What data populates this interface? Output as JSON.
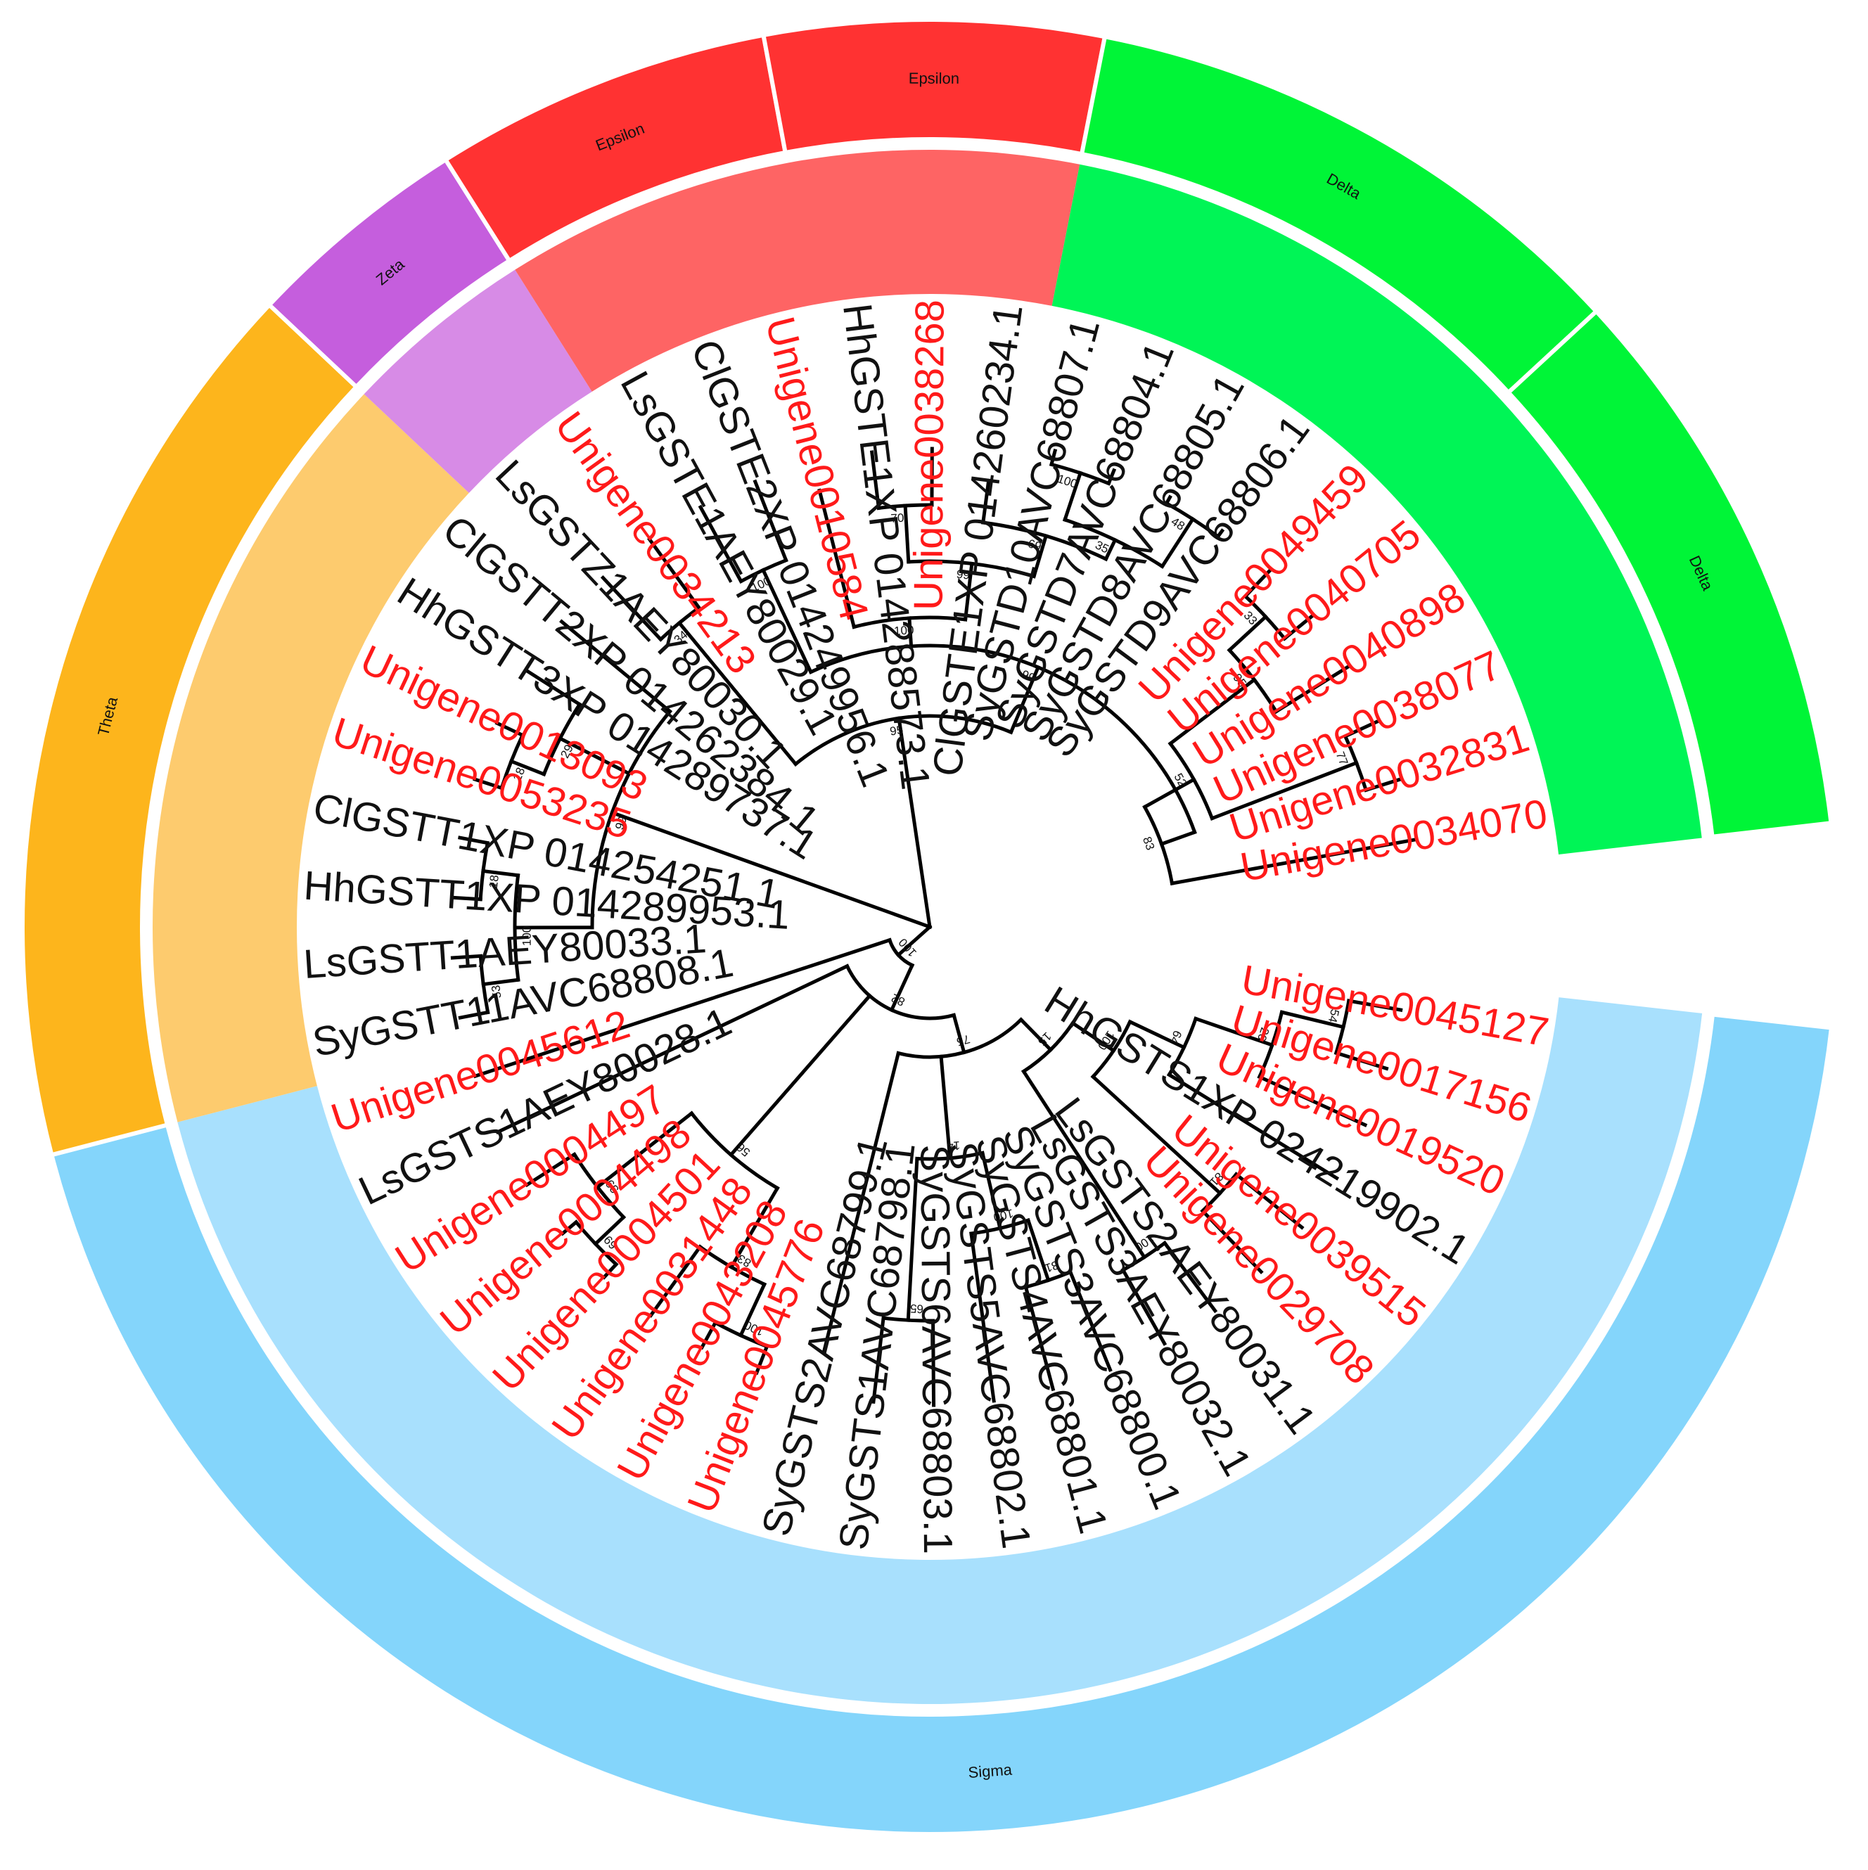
{
  "colors": {
    "label_default": "#111111",
    "label_unigene": "#ff1a1a",
    "sigma_inner": "#a8e0fd",
    "sigma_outer": "#84d5fb",
    "theta_inner": "#fdcb6e",
    "theta_outer": "#fdb51c",
    "zeta_inner": "#d78be6",
    "zeta_outer": "#c55edd",
    "epsilon_inner": "#fe6464",
    "epsilon_outer": "#ff3232",
    "delta_inner": "#00f556",
    "delta_outer": "#00f537"
  },
  "clades": [
    {
      "name": "Sigma",
      "color": "sigma"
    },
    {
      "name": "Theta",
      "color": "theta"
    },
    {
      "name": "Zeta",
      "color": "zeta"
    },
    {
      "name": "Epsilon",
      "color": "epsilon"
    },
    {
      "name": "Epsilon",
      "color": "epsilon"
    },
    {
      "name": "Delta",
      "color": "delta"
    },
    {
      "name": "Delta",
      "color": "delta"
    }
  ],
  "leaves": [
    {
      "label": "Unigene0045127",
      "unigene": true
    },
    {
      "label": "Unigene0017156",
      "unigene": true
    },
    {
      "label": "Unigene0019520",
      "unigene": true
    },
    {
      "label": "HhGSTS1XP 024219902.1",
      "unigene": false
    },
    {
      "label": "Unigene0039515",
      "unigene": true
    },
    {
      "label": "Unigene0029708",
      "unigene": true
    },
    {
      "label": "LsGSTS2AEY80031.1",
      "unigene": false
    },
    {
      "label": "LsGSTS3AEY80032.1",
      "unigene": false
    },
    {
      "label": "SyGSTS3AVC68800.1",
      "unigene": false
    },
    {
      "label": "SyGSTS4AVC68801.1",
      "unigene": false
    },
    {
      "label": "SyGSTS5AVC68802.1",
      "unigene": false
    },
    {
      "label": "SyGSTS6AVC68803.1",
      "unigene": false
    },
    {
      "label": "SyGSTS1AVC68798.1",
      "unigene": false
    },
    {
      "label": "SyGSTS2AVC68799.1",
      "unigene": false
    },
    {
      "label": "Unigene0045776",
      "unigene": true
    },
    {
      "label": "Unigene0043208",
      "unigene": true
    },
    {
      "label": "Unigene0031448",
      "unigene": true
    },
    {
      "label": "Unigene0004501",
      "unigene": true
    },
    {
      "label": "Unigene0004498",
      "unigene": true
    },
    {
      "label": "Unigene0004497",
      "unigene": true
    },
    {
      "label": "LsGSTS1AEY80028.1",
      "unigene": false
    },
    {
      "label": "Unigene0045612",
      "unigene": true
    },
    {
      "label": "SyGSTT11AVC68808.1",
      "unigene": false
    },
    {
      "label": "LsGSTT1AEY80033.1",
      "unigene": false
    },
    {
      "label": "HhGSTT1XP 014289953.1",
      "unigene": false
    },
    {
      "label": "ClGSTT1XP 014254251.1",
      "unigene": false
    },
    {
      "label": "Unigene0053235",
      "unigene": true
    },
    {
      "label": "Unigene0013093",
      "unigene": true
    },
    {
      "label": "HhGSTT3XP 014289737.1",
      "unigene": false
    },
    {
      "label": "ClGSTT2XP 014262384.1",
      "unigene": false
    },
    {
      "label": "LsGSTZ1AEY80030.1",
      "unigene": false
    },
    {
      "label": "Unigene0034213",
      "unigene": true
    },
    {
      "label": "LsGSTE1AEY80029.1",
      "unigene": false
    },
    {
      "label": "ClGSTE2XP 014249956.1",
      "unigene": false
    },
    {
      "label": "Unigene0010584",
      "unigene": true
    },
    {
      "label": "HhGSTE1XP 014288573.1",
      "unigene": false
    },
    {
      "label": "Unigene0038268",
      "unigene": true
    },
    {
      "label": "ClGSTE1XP 014260234.1",
      "unigene": false
    },
    {
      "label": "SyGSTD10AVC68807.1",
      "unigene": false
    },
    {
      "label": "SyGSTD7AVC68804.1",
      "unigene": false
    },
    {
      "label": "SyGSTD8AVC68805.1",
      "unigene": false
    },
    {
      "label": "SyGSTD9AVC68806.1",
      "unigene": false
    },
    {
      "label": "Unigene0049459",
      "unigene": true
    },
    {
      "label": "Unigene0040705",
      "unigene": true
    },
    {
      "label": "Unigene0040898",
      "unigene": true
    },
    {
      "label": "Unigene0038077",
      "unigene": true
    },
    {
      "label": "Unigene0032831",
      "unigene": true
    },
    {
      "label": "Unigene0034070",
      "unigene": true
    }
  ],
  "bootstrap": [
    "100",
    "82",
    "75",
    "15",
    "100",
    "64",
    "26",
    "54",
    "81",
    "100",
    "14",
    "100",
    "31",
    "65",
    "56",
    "83",
    "100",
    "39",
    "69",
    "99",
    "100",
    "53",
    "18",
    "29",
    "18",
    "95",
    "34",
    "99",
    "100",
    "100",
    "99",
    "70",
    "69",
    "35",
    "100",
    "48",
    "83",
    "52",
    "95",
    "33",
    "77",
    "28",
    "96",
    "66",
    "63"
  ]
}
